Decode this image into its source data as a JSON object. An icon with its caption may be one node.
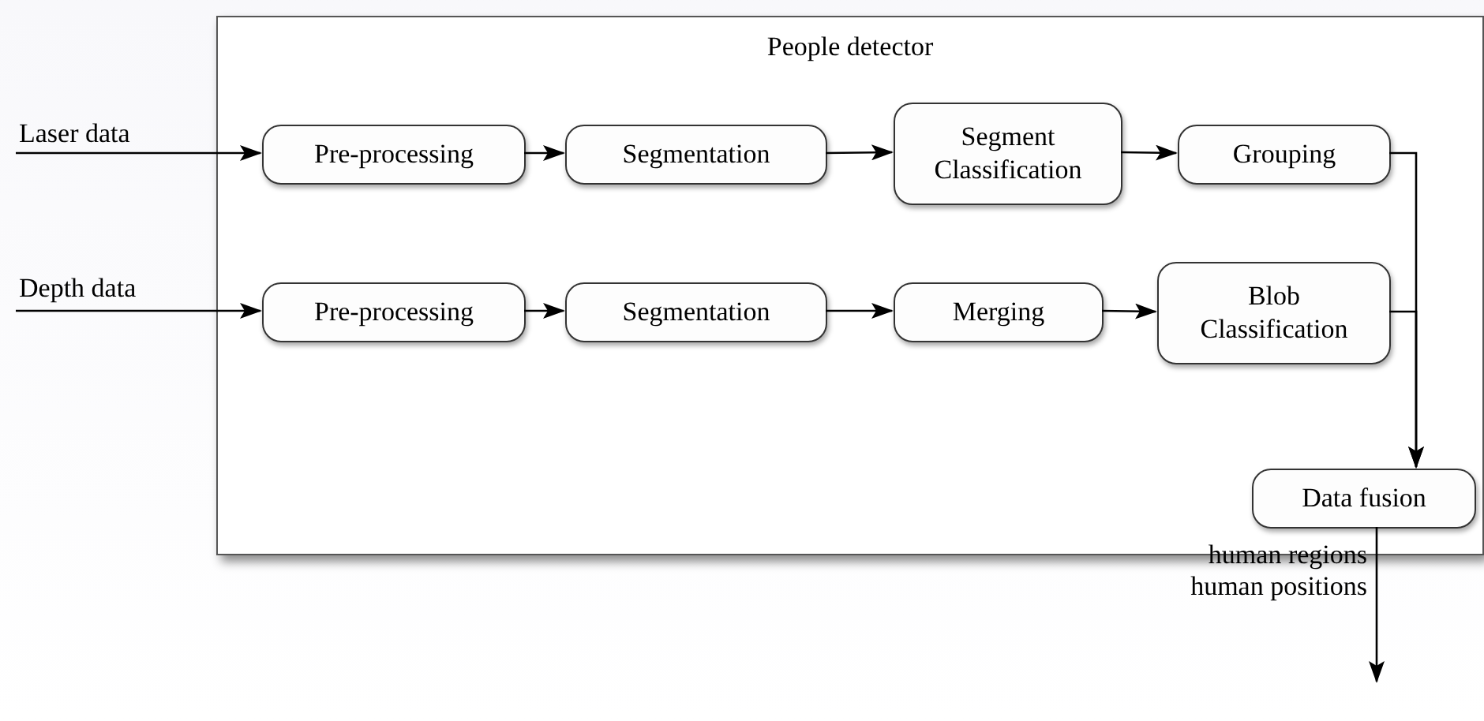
{
  "diagram": {
    "nodes": [
      {
        "text": [
          "People detector"
        ]
      },
      {
        "text": [
          "Pre-processing"
        ],
        "in": 0
      },
      {
        "text": [
          "Segmentation"
        ],
        "in": 0
      },
      {
        "text": [
          "Segment Classification"
        ],
        "in": 0
      },
      {
        "text": [
          "Grouping"
        ],
        "in": 0
      },
      {
        "text": [
          "Pre-processing"
        ],
        "in": 0
      },
      {
        "text": [
          "Segmentation"
        ],
        "in": 0
      },
      {
        "text": [
          "Merging"
        ],
        "in": 0
      },
      {
        "text": [
          "Blob Classification"
        ],
        "in": 0
      },
      {
        "text": [
          "Data fusion"
        ],
        "in": 0
      }
    ],
    "edges": [
      {
        "from": null,
        "to": 1,
        "arrow": "to",
        "label": "Laser data"
      },
      {
        "from": 1,
        "to": 2,
        "arrow": "to"
      },
      {
        "from": 2,
        "to": 3,
        "arrow": "to"
      },
      {
        "from": 3,
        "to": 4,
        "arrow": "to"
      },
      {
        "from": null,
        "to": 5,
        "arrow": "to",
        "label": "Depth data"
      },
      {
        "from": 5,
        "to": 6,
        "arrow": "to"
      },
      {
        "from": 6,
        "to": 7,
        "arrow": "to"
      },
      {
        "from": 7,
        "to": 8,
        "arrow": "to"
      },
      {
        "from": 4,
        "to": 9,
        "arrow": "to"
      },
      {
        "from": 8,
        "to": 9,
        "arrow": "to"
      },
      {
        "from": 9,
        "to": null,
        "arrow": "to",
        "label": "human regions human positions"
      }
    ]
  }
}
